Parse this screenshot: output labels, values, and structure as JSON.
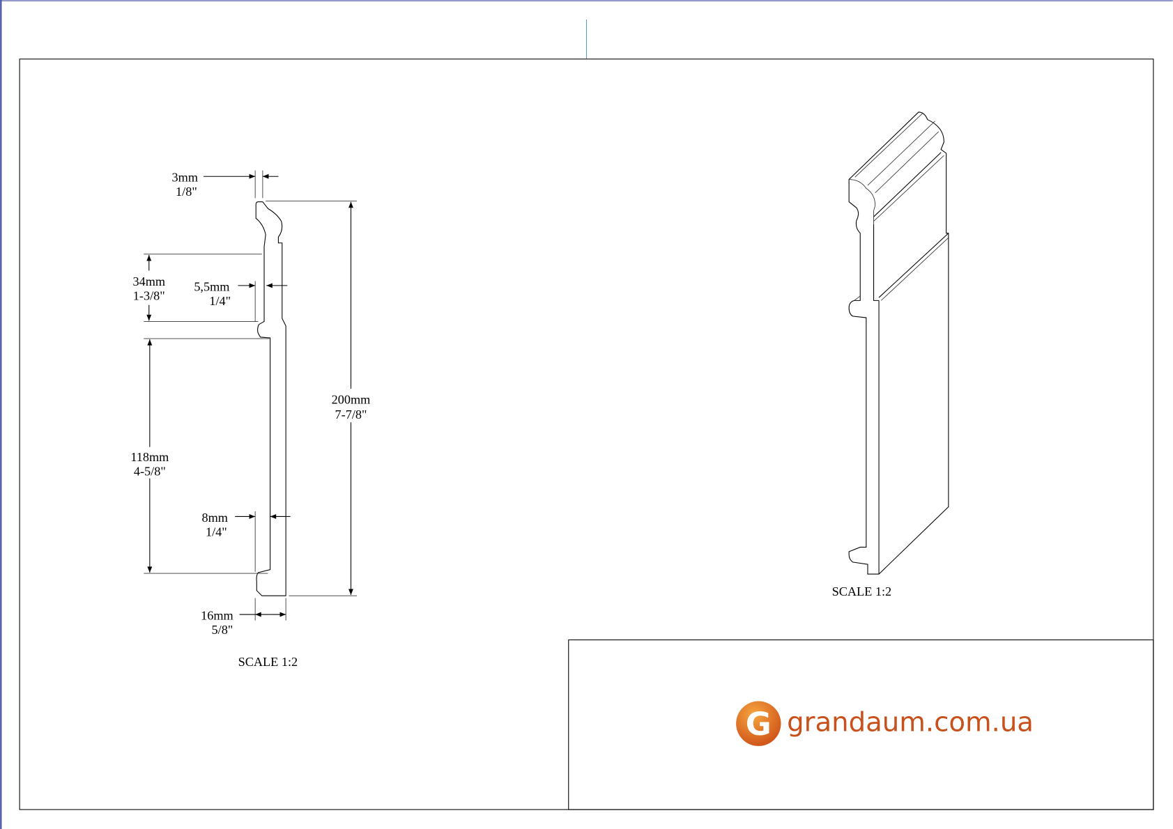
{
  "profile_view": {
    "dims": {
      "top_thickness": {
        "mm": "3mm",
        "in": "1/8\""
      },
      "upper_height": {
        "mm": "34mm",
        "in": "1-3/8\""
      },
      "upper_depth": {
        "mm": "5,5mm",
        "in": "1/4\""
      },
      "total_height": {
        "mm": "200mm",
        "in": "7-7/8\""
      },
      "lower_height": {
        "mm": "118mm",
        "in": "4-5/8\""
      },
      "lower_depth": {
        "mm": "8mm",
        "in": "1/4\""
      },
      "base_thickness": {
        "mm": "16mm",
        "in": "5/8\""
      }
    },
    "scale_label": "SCALE  1:2"
  },
  "iso_view": {
    "scale_label": "SCALE  1:2"
  },
  "title_block": {
    "logo_letter": "G",
    "logo_text": "grandaum.com.ua",
    "brand_color": "#c8501a",
    "logo_color_light": "#f39a3a"
  }
}
